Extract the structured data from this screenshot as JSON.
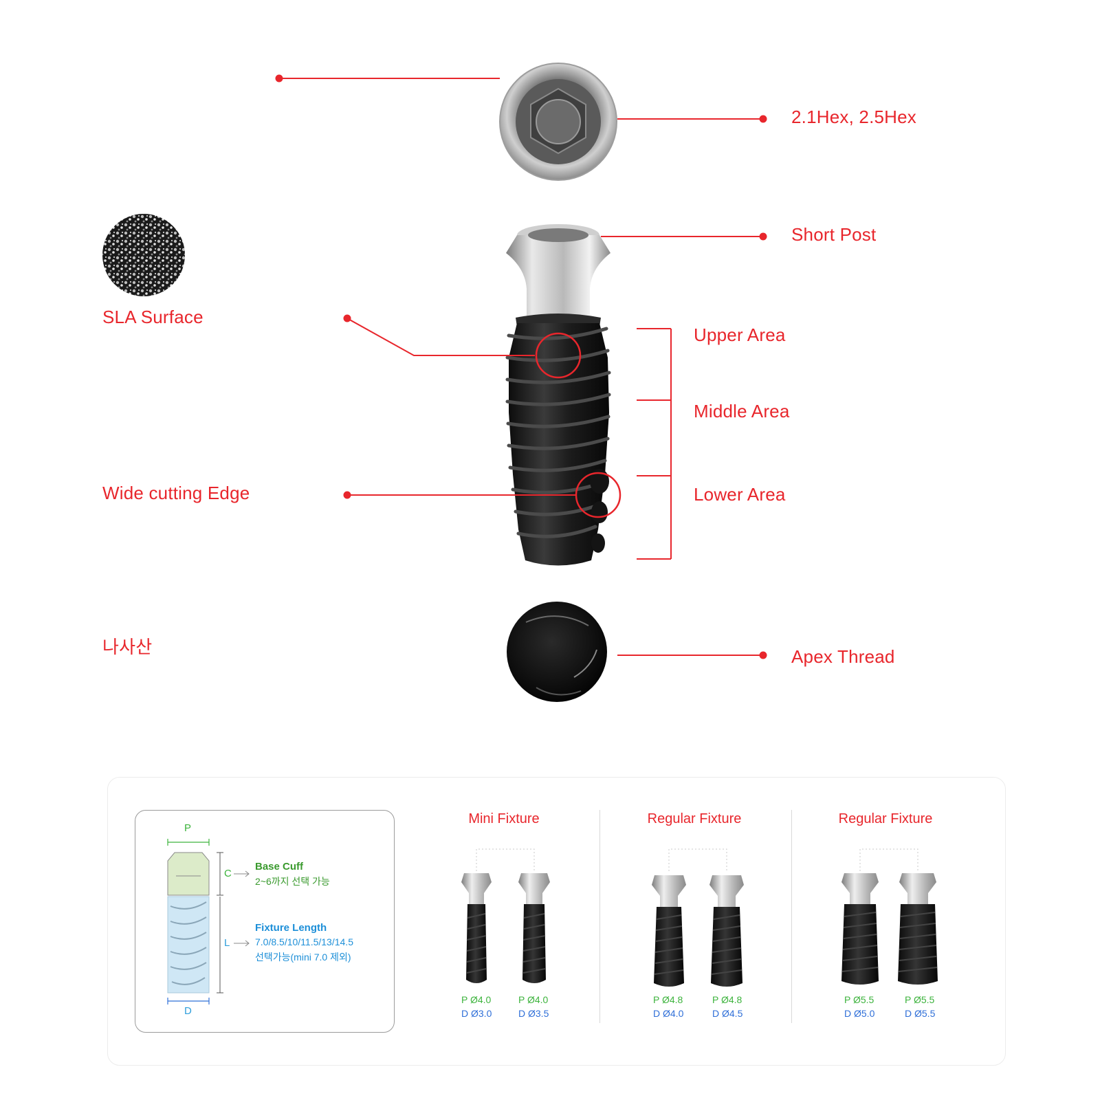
{
  "labels": {
    "hex": "2.1Hex, 2.5Hex",
    "short_post": "Short Post",
    "sla_surface": "SLA Surface",
    "upper_area": "Upper Area",
    "middle_area": "Middle Area",
    "lower_area": "Lower Area",
    "wide_cutting_edge": "Wide cutting Edge",
    "korean_label": "나사산",
    "apex_thread": "Apex Thread"
  },
  "spec": {
    "p_letter": "P",
    "c_letter": "C",
    "l_letter": "L",
    "d_letter": "D",
    "base_cuff_title": "Base Cuff",
    "base_cuff_desc": "2~6까지 선택 가능",
    "fixture_length_title": "Fixture Length",
    "fixture_length_values": "7.0/8.5/10/11.5/13/14.5",
    "fixture_length_note": "선택가능(mini 7.0 제외)"
  },
  "fixtures": [
    {
      "title": "Mini Fixture",
      "items": [
        {
          "p": "P Ø4.0",
          "d": "D Ø3.0"
        },
        {
          "p": "P Ø4.0",
          "d": "D Ø3.5"
        }
      ]
    },
    {
      "title": "Regular Fixture",
      "items": [
        {
          "p": "P Ø4.8",
          "d": "D Ø4.0"
        },
        {
          "p": "P Ø4.8",
          "d": "D Ø4.5"
        }
      ]
    },
    {
      "title": "Regular Fixture",
      "items": [
        {
          "p": "P Ø5.5",
          "d": "D Ø5.0"
        },
        {
          "p": "P Ø5.5",
          "d": "D Ø5.5"
        }
      ]
    }
  ],
  "colors": {
    "accent_red": "#e8262c",
    "p_green": "#3cb33c",
    "d_blue": "#2f6fd8",
    "cuff_fill": "#dcebc9",
    "length_fill": "#cfe7f5"
  }
}
